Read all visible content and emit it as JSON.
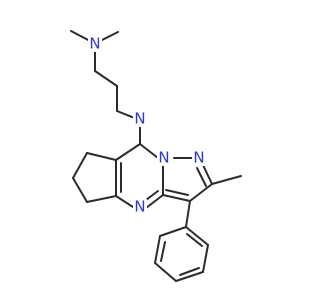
{
  "molecule": {
    "atom_labels": {
      "dimethylamine_n": "N",
      "secondary_amine_n": "N",
      "pyrazole_n_top": "N",
      "pyrazole_n_bridge": "N",
      "pyrimidine_n": "N"
    },
    "colors": {
      "bond": "#2b2b2b",
      "nitrogen": "#2f38c9",
      "background": "#ffffff"
    }
  }
}
